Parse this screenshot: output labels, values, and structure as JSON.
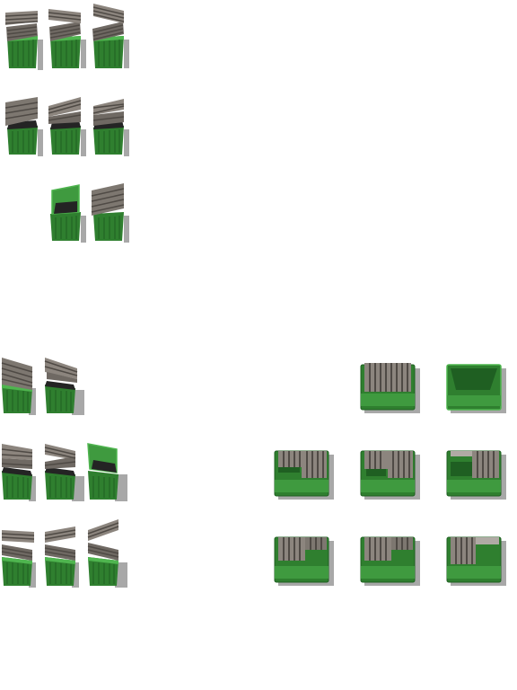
{
  "sheet": {
    "type": "sprite-sheet",
    "subject": "green dumpster",
    "palette": {
      "body_light": "#3f9a3f",
      "body_mid": "#2f7f2f",
      "body_dark": "#1f5f22",
      "rim": "#4fb54f",
      "lid_light": "#8c857e",
      "lid_mid": "#6f6963",
      "lid_dark": "#4f4a45",
      "inside": "#242424",
      "shadow": "#a8a8a8",
      "background": "#ffffff"
    },
    "sprites": [
      {
        "id": "v-a1",
        "view": "side",
        "lid": "closed-split"
      },
      {
        "id": "v-a2",
        "view": "side",
        "lid": "closed-split"
      },
      {
        "id": "v-a3",
        "view": "side",
        "lid": "closed-split-raised"
      },
      {
        "id": "v-b1",
        "view": "side",
        "lid": "half-open"
      },
      {
        "id": "v-b2",
        "view": "side",
        "lid": "half-open"
      },
      {
        "id": "v-b3",
        "view": "side",
        "lid": "half-open"
      },
      {
        "id": "v-c1",
        "view": "side",
        "lid": "open-empty"
      },
      {
        "id": "v-c2",
        "view": "side",
        "lid": "closed-tall"
      },
      {
        "id": "v-d1",
        "view": "side-left",
        "lid": "closed-tall"
      },
      {
        "id": "v-d2",
        "view": "side-left",
        "lid": "half-open"
      },
      {
        "id": "v-e1",
        "view": "side-left",
        "lid": "half-open"
      },
      {
        "id": "v-e2",
        "view": "side-left",
        "lid": "half-open"
      },
      {
        "id": "v-e3",
        "view": "side-left",
        "lid": "open-empty"
      },
      {
        "id": "v-f1",
        "view": "side-left",
        "lid": "closed-split"
      },
      {
        "id": "v-f2",
        "view": "side-left",
        "lid": "closed-split"
      },
      {
        "id": "v-f3",
        "view": "side-left",
        "lid": "closed-split-raised"
      },
      {
        "id": "t-a1",
        "view": "top",
        "lid": "closed"
      },
      {
        "id": "t-a2",
        "view": "top",
        "lid": "open"
      },
      {
        "id": "t-b1",
        "view": "top",
        "lid": "left-open"
      },
      {
        "id": "t-b2",
        "view": "top",
        "lid": "middle-open"
      },
      {
        "id": "t-b3",
        "view": "top",
        "lid": "left-gap"
      },
      {
        "id": "t-c1",
        "view": "top",
        "lid": "stepped"
      },
      {
        "id": "t-c2",
        "view": "top",
        "lid": "stepped"
      },
      {
        "id": "t-c3",
        "view": "top",
        "lid": "stepped"
      }
    ]
  }
}
